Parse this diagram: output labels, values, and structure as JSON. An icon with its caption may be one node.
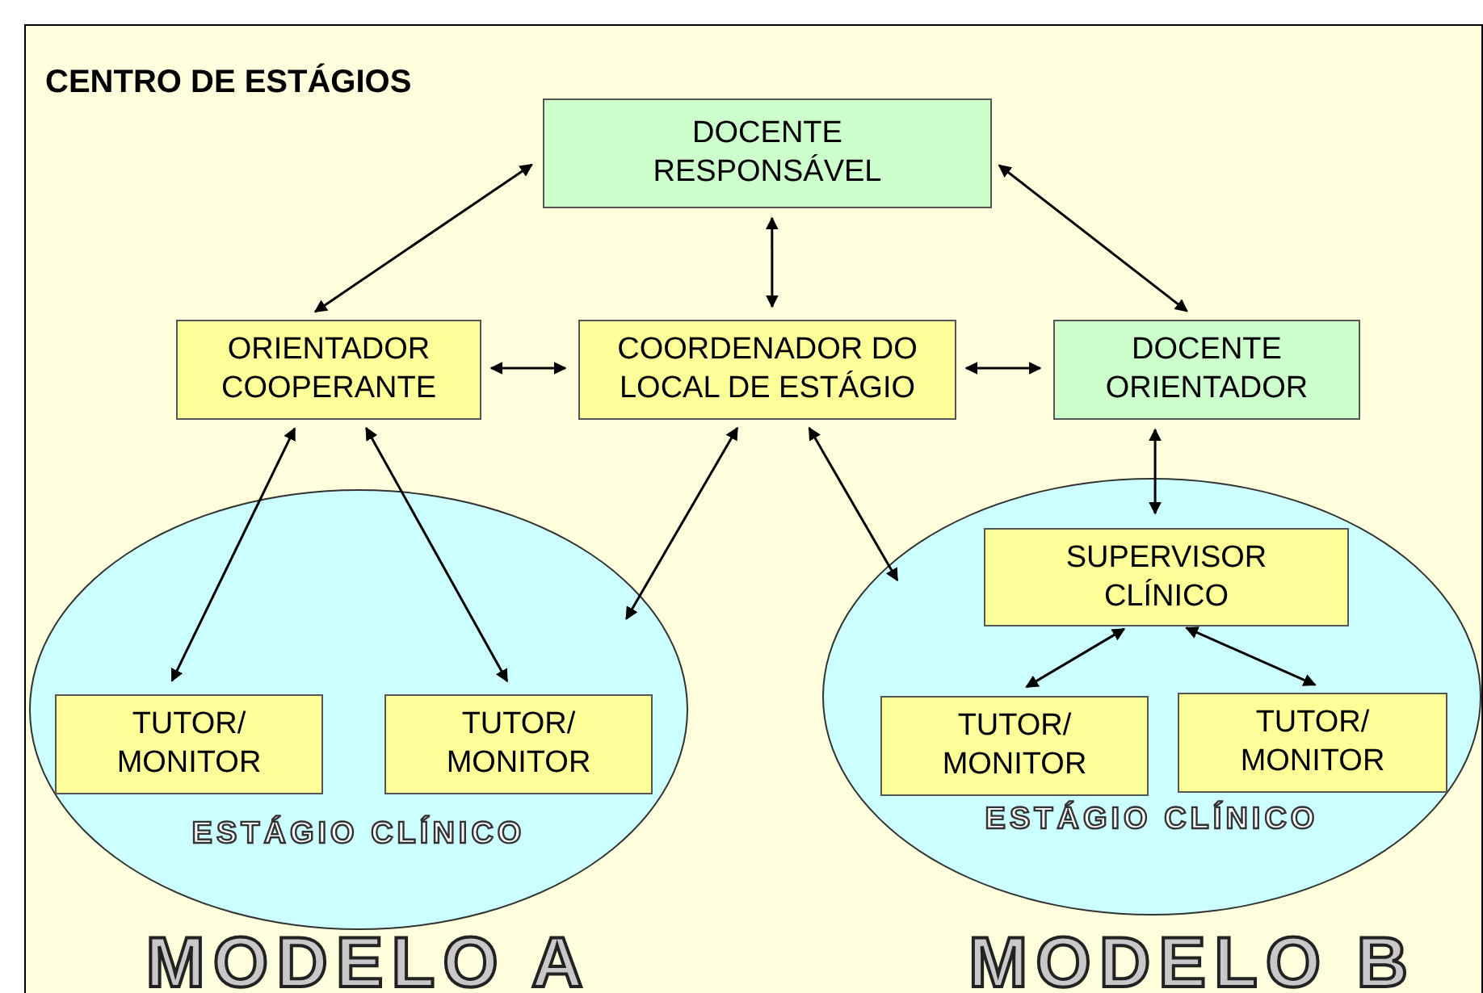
{
  "diagram": {
    "nodes": [
      {
        "text": [
          "CENTRO DE ESTÁGIOS"
        ]
      },
      {
        "text": [
          "DOCENTE RESPONSÁVEL"
        ],
        "in": 0
      },
      {
        "text": [
          "ORIENTADOR COOPERANTE"
        ],
        "in": 0
      },
      {
        "text": [
          "COORDENADOR DO LOCAL DE ESTÁGIO"
        ],
        "in": 0
      },
      {
        "text": [
          "DOCENTE ORIENTADOR"
        ],
        "in": 0
      },
      {
        "text": [
          "ESTÁGIO CLÍNICO"
        ],
        "in": 0
      },
      {
        "text": [
          "TUTOR/ MONITOR"
        ],
        "in": 5
      },
      {
        "text": [
          "TUTOR/ MONITOR"
        ],
        "in": 5
      },
      {
        "text": [
          "ESTÁGIO CLÍNICO"
        ],
        "in": 0
      },
      {
        "text": [
          "SUPERVISOR CLÍNICO"
        ],
        "in": 8
      },
      {
        "text": [
          "TUTOR/ MONITOR"
        ],
        "in": 8
      },
      {
        "text": [
          "TUTOR/ MONITOR"
        ],
        "in": 8
      }
    ],
    "edges": [
      {
        "from": 1,
        "to": 2,
        "arrow": "both"
      },
      {
        "from": 1,
        "to": 3,
        "arrow": "both"
      },
      {
        "from": 1,
        "to": 4,
        "arrow": "both"
      },
      {
        "from": 2,
        "to": 3,
        "arrow": "both"
      },
      {
        "from": 3,
        "to": 4,
        "arrow": "both"
      },
      {
        "from": 2,
        "to": 6,
        "arrow": "both"
      },
      {
        "from": 2,
        "to": 7,
        "arrow": "both"
      },
      {
        "from": 3,
        "to": 5,
        "arrow": "both"
      },
      {
        "from": 3,
        "to": 8,
        "arrow": "both"
      },
      {
        "from": 4,
        "to": 9,
        "arrow": "both"
      },
      {
        "from": 9,
        "to": 10,
        "arrow": "both"
      },
      {
        "from": 9,
        "to": 11,
        "arrow": "both"
      }
    ],
    "labels": [
      "MODELO A",
      "MODELO B"
    ]
  }
}
